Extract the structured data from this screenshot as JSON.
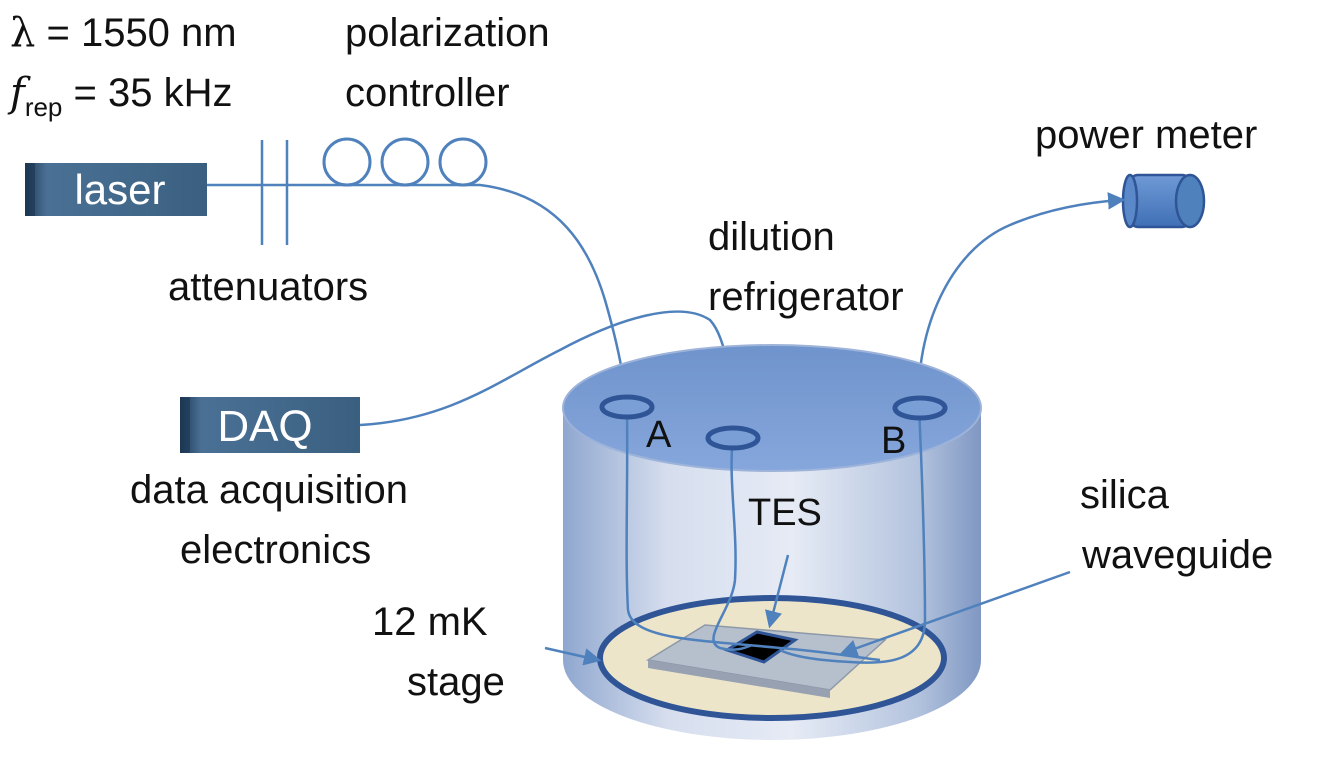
{
  "params": {
    "lambda_symbol": "λ",
    "lambda_value": " = 1550 nm",
    "frep_symbol": "f",
    "frep_sub": "rep",
    "frep_value": " = 35 kHz"
  },
  "labels": {
    "polarization_line1": "polarization",
    "polarization_line2": "controller",
    "laser": "laser",
    "attenuators": "attenuators",
    "power_meter": "power meter",
    "dilution_line1": "dilution",
    "dilution_line2": "refrigerator",
    "daq": "DAQ",
    "daq_desc_line1": "data acquisition",
    "daq_desc_line2": "electronics",
    "port_a": "A",
    "port_b": "B",
    "tes": "TES",
    "silica_line1": "silica",
    "silica_line2": "waveguide",
    "stage_line1": "12 mK",
    "stage_line2": "stage"
  },
  "colors": {
    "fiber": "#4f81bd",
    "box_dark": "#2c4f6e",
    "box_mid": "#3f6485",
    "cryostat_lid": "#7a9fd6",
    "cryostat_wall": "#c9d4e8",
    "stage_fill": "#ede5c9",
    "stage_ring": "#2f5597",
    "waveguide": "#b8c2d0",
    "tes_chip": "#000000"
  }
}
